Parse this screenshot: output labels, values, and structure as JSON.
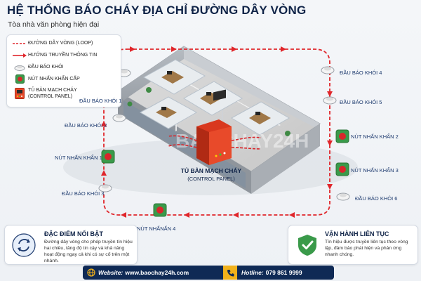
{
  "header": {
    "title": "HỆ THỐNG BÁO CHÁY ĐỊA CHỈ ĐƯỜNG DÂY VÒNG",
    "subtitle": "Tòa nhà văn phòng hiện đại"
  },
  "legend": {
    "items": [
      {
        "label": "ĐƯỜNG DÂY VÒNG (LOOP)",
        "icon": "dashed-red-line"
      },
      {
        "label": "HƯỚNG TRUYỀN THÔNG TIN",
        "icon": "red-arrow"
      },
      {
        "label": "ĐẦU BÁO KHÓI",
        "icon": "smoke-detector-icon"
      },
      {
        "label": "NÚT NHẤN KHẨN CẤP",
        "icon": "manual-call-point-icon"
      },
      {
        "label": "TỦ BẢN MẠCH CHÁY",
        "label2": "(CONTROL PANEL)",
        "icon": "control-panel-icon"
      }
    ]
  },
  "devices": {
    "smoke_1": "ĐẦU BÁO KHÓI 1",
    "smoke_2": "ĐẦU BÁO KHÓI 2",
    "smoke_3": "ĐẦU BÁO KHÓI 3",
    "smoke_4": "ĐẦU BÁO KHÓI 4",
    "smoke_5": "ĐẦU BÁO KHÓI 5",
    "smoke_6": "ĐẦU BÁO KHÓI 6",
    "button_1": "NÚT NHẤN KHẨN 1",
    "button_2": "NÚT NHẤN KHẨN 2",
    "button_3": "NÚT NHẤN KHẨN 3",
    "button_4": "NÚT NHẤNẤN 4"
  },
  "control_panel": {
    "label": "TỦ BẢN MẠCH CHÁY",
    "sublabel": "(CONTROL PANEL)"
  },
  "watermark": "BAOCHAY24H",
  "features": {
    "title": "ĐẶC ĐIỂM NỔI BẬT",
    "text": "Đường dây vòng cho phép truyền tín hiệu hai chiều, tăng độ tin cậy và khả năng hoạt động ngay cả khi có sự cố trên một nhánh."
  },
  "operation": {
    "title": "VẬN HÀNH LIÊN TỤC",
    "text": "Tín hiệu được truyền liên tục theo vòng lặp, đảm bảo phát hiện và phản ứng nhanh chóng."
  },
  "footer": {
    "website_key": "Website:",
    "website_value": "www.baochay24h.com",
    "hotline_key": "Hotline:",
    "hotline_value": "079 861 9999"
  },
  "colors": {
    "navy": "#0f2347",
    "loop_red": "#e0262b",
    "button_green": "#3a9a4a",
    "hotline_yellow": "#f2b21b"
  }
}
